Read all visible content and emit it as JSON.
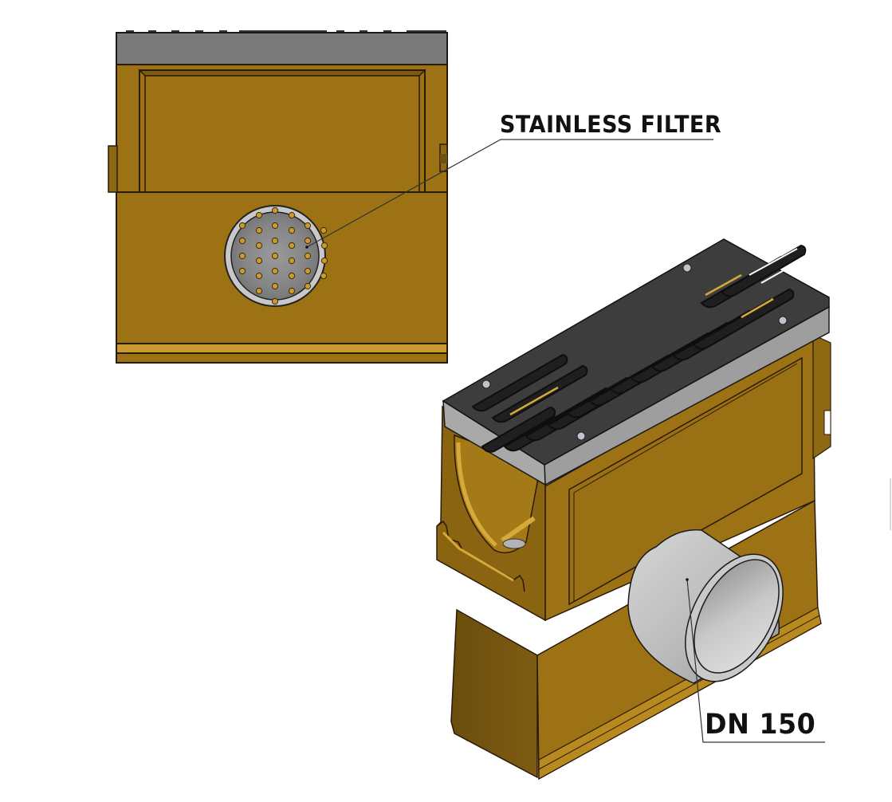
{
  "diagram": {
    "type": "technical-product-illustration",
    "views": [
      {
        "name": "front-elevation",
        "description": "Front view of sump unit with circular perforated filter outlet"
      },
      {
        "name": "isometric",
        "description": "3D isometric view of sump unit with cast iron slotted grating and pipe outlet"
      }
    ],
    "labels": {
      "filter": "STAINLESS FILTER",
      "outlet": "DN 150"
    },
    "colors": {
      "body": "#9c7214",
      "body_light": "#c99a30",
      "body_dark": "#6e5010",
      "grate_frame": "#7a7a7a",
      "grate_top": "#3a3a3a",
      "pipe": "#bfbfbf",
      "filter_mesh": "#8c8c8c",
      "outline": "#2a1a08",
      "leader_line": "#333333"
    },
    "filter": {
      "hole_rows": 7,
      "hole_color": "#c99a30"
    }
  }
}
